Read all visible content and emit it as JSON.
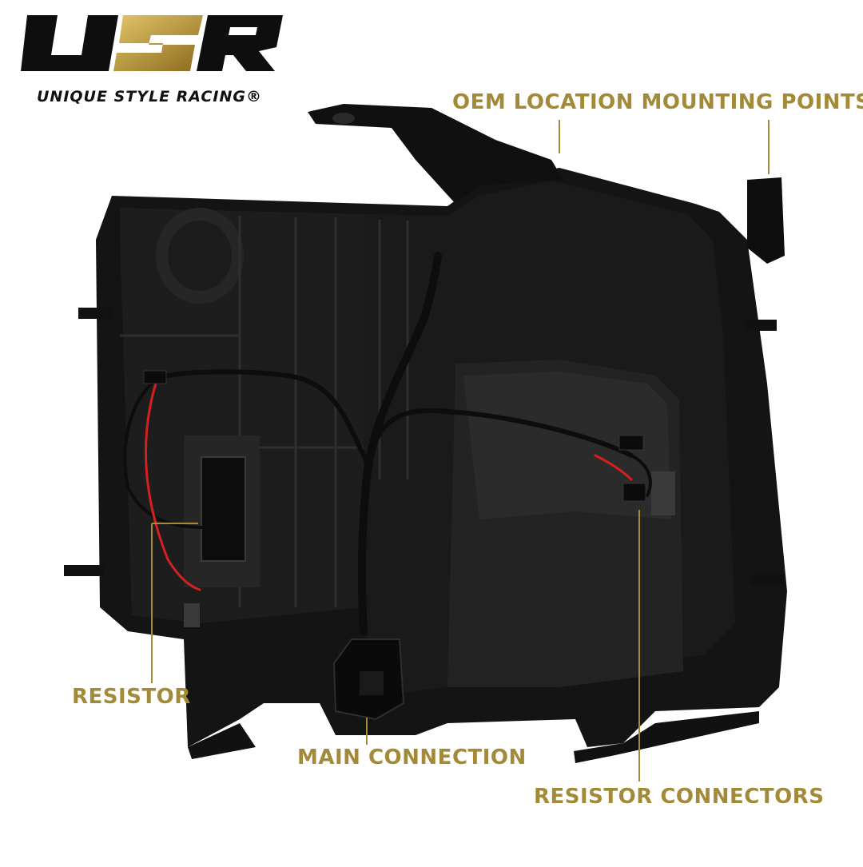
{
  "brand": {
    "logo_letters": "USR",
    "tagline": "UNIQUE STYLE RACING",
    "registered_mark": "®",
    "colors": {
      "dark": "#111111",
      "gold": "#b89a3e"
    }
  },
  "product": {
    "name_icon": "headlight-housing-rear-view",
    "wire_colors": {
      "black": "#0d0d0d",
      "red": "#d42020"
    }
  },
  "callouts": {
    "oem": "OEM LOCATION MOUNTING POINTS",
    "resistor": "RESISTOR",
    "main": "MAIN CONNECTION",
    "resistor_connectors": "RESISTOR CONNECTORS",
    "color": "#a38a38"
  }
}
